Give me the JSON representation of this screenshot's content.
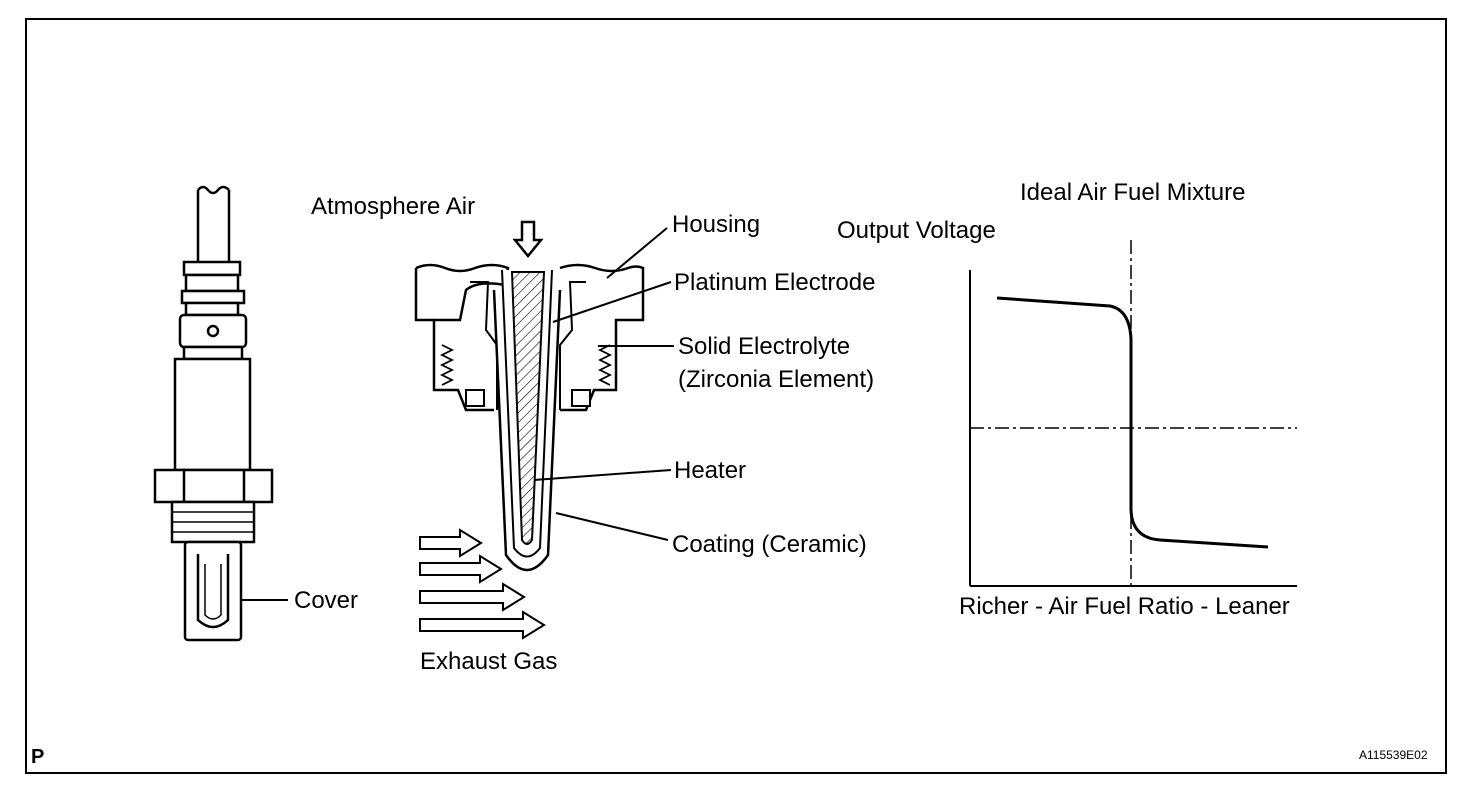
{
  "labels": {
    "atmosphere_air": "Atmosphere Air",
    "housing": "Housing",
    "platinum_electrode": "Platinum Electrode",
    "solid_electrolyte_1": "Solid Electrolyte",
    "solid_electrolyte_2": "(Zirconia Element)",
    "heater": "Heater",
    "coating": "Coating (Ceramic)",
    "exhaust_gas": "Exhaust Gas",
    "cover": "Cover"
  },
  "graph": {
    "title": "Ideal Air Fuel Mixture",
    "y_label": "Output Voltage",
    "x_label": "Richer - Air Fuel Ratio - Leaner"
  },
  "corner_mark": "P",
  "figure_id": "A115539E02",
  "colors": {
    "ink": "#000000",
    "background": "#ffffff"
  }
}
